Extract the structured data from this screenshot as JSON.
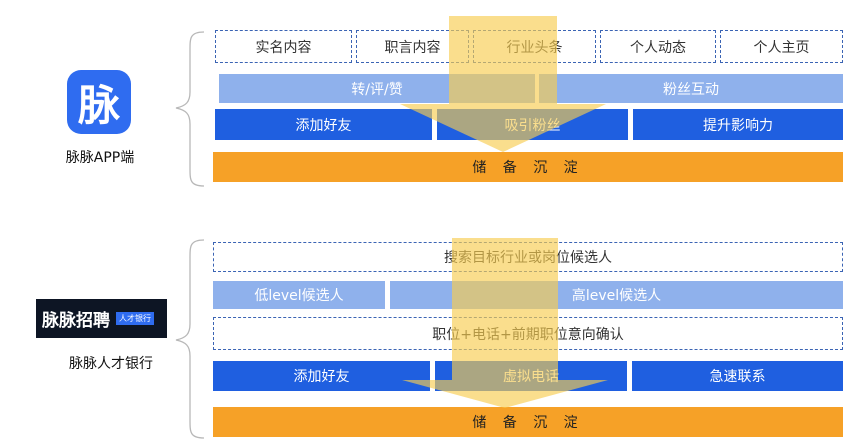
{
  "top": {
    "app_label": "脉脉APP端",
    "logo_char": "脉",
    "row1": [
      "实名内容",
      "职言内容",
      "行业头条",
      "个人动态",
      "个人主页"
    ],
    "row2": [
      "转/评/赞",
      "粉丝互动"
    ],
    "row3": [
      "添加好友",
      "吸引粉丝",
      "提升影响力"
    ],
    "row4": "储 备 沉 淀"
  },
  "bottom": {
    "brand_text": "脉脉招聘",
    "brand_badge": "人才银行",
    "app_label": "脉脉人才银行",
    "row1": "搜索目标行业或岗位候选人",
    "row2": [
      "低level候选人",
      "高level候选人"
    ],
    "row3": "职位+电话+前期职位意向确认",
    "row4": [
      "添加好友",
      "虚拟电话",
      "急速联系"
    ],
    "row5": "储 备 沉 淀"
  },
  "colors": {
    "dark_blue": "#1f5fe0",
    "light_blue": "#8fb1ec",
    "orange": "#f6a127",
    "arrow_yellow": "#f8cc50"
  }
}
